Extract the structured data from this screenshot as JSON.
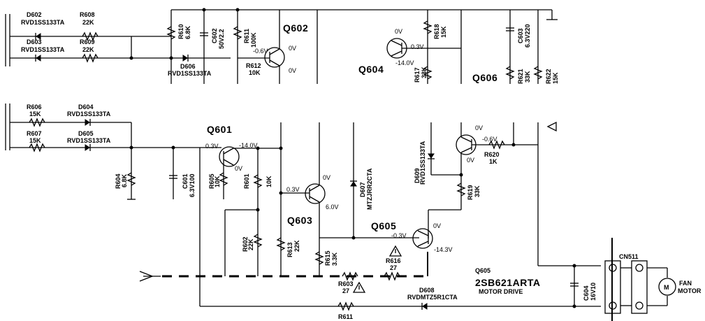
{
  "upper": {
    "d602": "D602",
    "d602_part": "RVD1SS133TA",
    "d603": "D603",
    "d603_part": "RVD1SS133TA",
    "r608": "R608",
    "r608_val": "22K",
    "r609": "R609",
    "r609_val": "22K",
    "r610": "R610",
    "r610_val": "6.8K",
    "c602": "C602",
    "c602_val": "50V2.2",
    "r611": "R611",
    "r611_val": "100K",
    "q602": "Q602",
    "r612": "R612",
    "r612_val": "10K",
    "d606": "D606",
    "d606_part": "RVD1SS133TA",
    "v_q602_b": "-0.6V",
    "v_q602_c": "0V",
    "v_q602_e": "0V",
    "q604": "Q604",
    "v_q604_top": "0V",
    "v_q604_b": "0.3V",
    "v_q604_e": "-14.0V",
    "r618": "R618",
    "r618_val": "15K",
    "r617": "R617",
    "r617_val": "33K",
    "c603": "C603",
    "c603_val": "6.3V220",
    "q606": "Q606",
    "r621": "R621",
    "r621_val": "33K",
    "r622": "R622",
    "r622_val": "15K"
  },
  "lower": {
    "r606": "R606",
    "r606_val": "15K",
    "d604": "D604",
    "d604_part": "RVD1SS133TA",
    "r607": "R607",
    "r607_val": "15K",
    "d605": "D605",
    "d605_part": "RVD1SS133TA",
    "r604": "R604",
    "r604_val": "6.8K",
    "q601": "Q601",
    "v_q601_b": "0.3V",
    "v_q601_c": "-14.0V",
    "v_q601_e": "0V",
    "c601": "C601",
    "c601_val": "6.3V100",
    "r605": "R605",
    "r605_val": "10K",
    "r601": "R601",
    "r601_val": "10K",
    "r602": "R602",
    "r602_val": "22K",
    "r613": "R613",
    "r613_val": "22K",
    "q603": "Q603",
    "v_q603_top": "0V",
    "v_q603_b": "0.3V",
    "v_q603_e": "6.0V",
    "d607": "D607",
    "d607_part": "MTZJRR2CTA",
    "r615": "R615",
    "r615_val": "3.3K",
    "r603": "R603",
    "r603_val": "27",
    "r616": "R616",
    "r616_val": "27",
    "q605": "Q605",
    "v_q605_top": "0V",
    "v_q605_b": "-0.3V",
    "v_q605_e": "-14.3V",
    "d609": "D609",
    "d609_part": "RVD1SS133TA",
    "v_q_right_top": "0V",
    "v_q_right_b": "-0.6V",
    "v_q_right_e": "0V",
    "r620": "R620",
    "r620_val": "1K",
    "r619": "R619",
    "r619_val": "33K",
    "d608": "D608",
    "d608_part": "RVDMTZ5R1CTA",
    "r_bottom": "R611",
    "q605_note_ref": "Q605",
    "q605_note_part": "2SB621ARTA",
    "q605_note_func": "MOTOR DRIVE",
    "c604": "C604",
    "c604_val": "16V10",
    "cn511": "CN511",
    "fan_line1": "FAN",
    "fan_line2": "MOTOR",
    "motor_symbol": "M"
  }
}
